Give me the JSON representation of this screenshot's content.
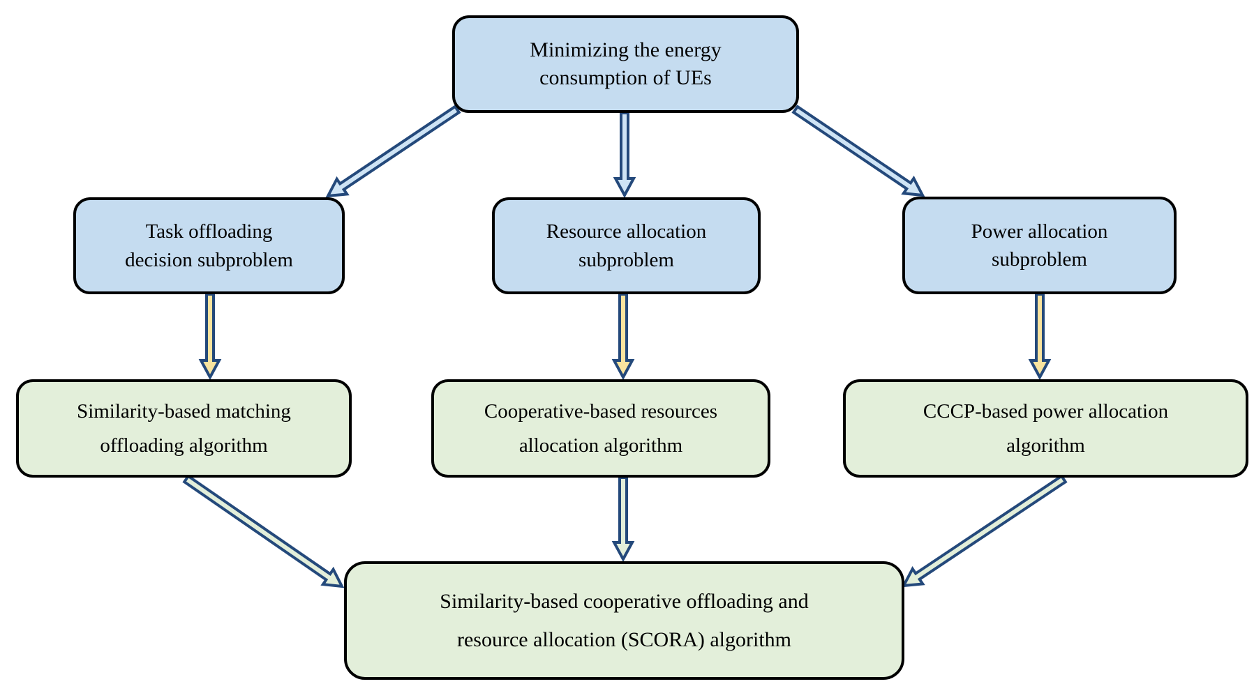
{
  "figure": {
    "type": "flowchart",
    "description": "Decomposition of the UE energy minimization problem into subproblems and algorithms"
  },
  "colors": {
    "box_border": "#000000",
    "box_blue_fill": "#C5DCF0",
    "box_green_fill": "#E3EFDA",
    "arrow_outline": "#24497B",
    "arrow_blue_fill": "#CFE4F5",
    "arrow_yellow_fill": "#F9E49F",
    "arrow_green_fill": "#E3EFDA",
    "text_color": "#000000"
  },
  "nodes": {
    "root": {
      "label": "Minimizing the energy consumption of UEs",
      "lines": [
        "Minimizing the energy",
        "consumption of UEs"
      ]
    },
    "task": {
      "label": "Task offloading decision subproblem",
      "lines": [
        "Task offloading",
        "decision subproblem"
      ]
    },
    "resource": {
      "label": "Resource allocation subproblem",
      "lines": [
        "Resource allocation",
        "subproblem"
      ]
    },
    "power": {
      "label": "Power allocation subproblem",
      "lines": [
        "Power allocation",
        "subproblem"
      ]
    },
    "matching": {
      "label": "Similarity-based matching offloading algorithm",
      "lines": [
        "Similarity-based matching",
        "offloading algorithm"
      ]
    },
    "coop": {
      "label": "Cooperative-based resources allocation algorithm",
      "lines": [
        "Cooperative-based resources",
        "allocation algorithm"
      ]
    },
    "cccp": {
      "label": "CCCP-based power allocation algorithm",
      "lines": [
        "CCCP-based power allocation",
        "algorithm"
      ]
    },
    "scora": {
      "label": "Similarity-based cooperative offloading and resource allocation (SCORA) algorithm",
      "lines": [
        "Similarity-based cooperative offloading and",
        "resource allocation (SCORA) algorithm"
      ]
    }
  },
  "edges": [
    {
      "from": "root",
      "to": "task",
      "fill": "blue"
    },
    {
      "from": "root",
      "to": "resource",
      "fill": "blue"
    },
    {
      "from": "root",
      "to": "power",
      "fill": "blue"
    },
    {
      "from": "task",
      "to": "matching",
      "fill": "yellow"
    },
    {
      "from": "resource",
      "to": "coop",
      "fill": "yellow"
    },
    {
      "from": "power",
      "to": "cccp",
      "fill": "yellow"
    },
    {
      "from": "matching",
      "to": "scora",
      "fill": "green"
    },
    {
      "from": "coop",
      "to": "scora",
      "fill": "green"
    },
    {
      "from": "cccp",
      "to": "scora",
      "fill": "green"
    }
  ]
}
